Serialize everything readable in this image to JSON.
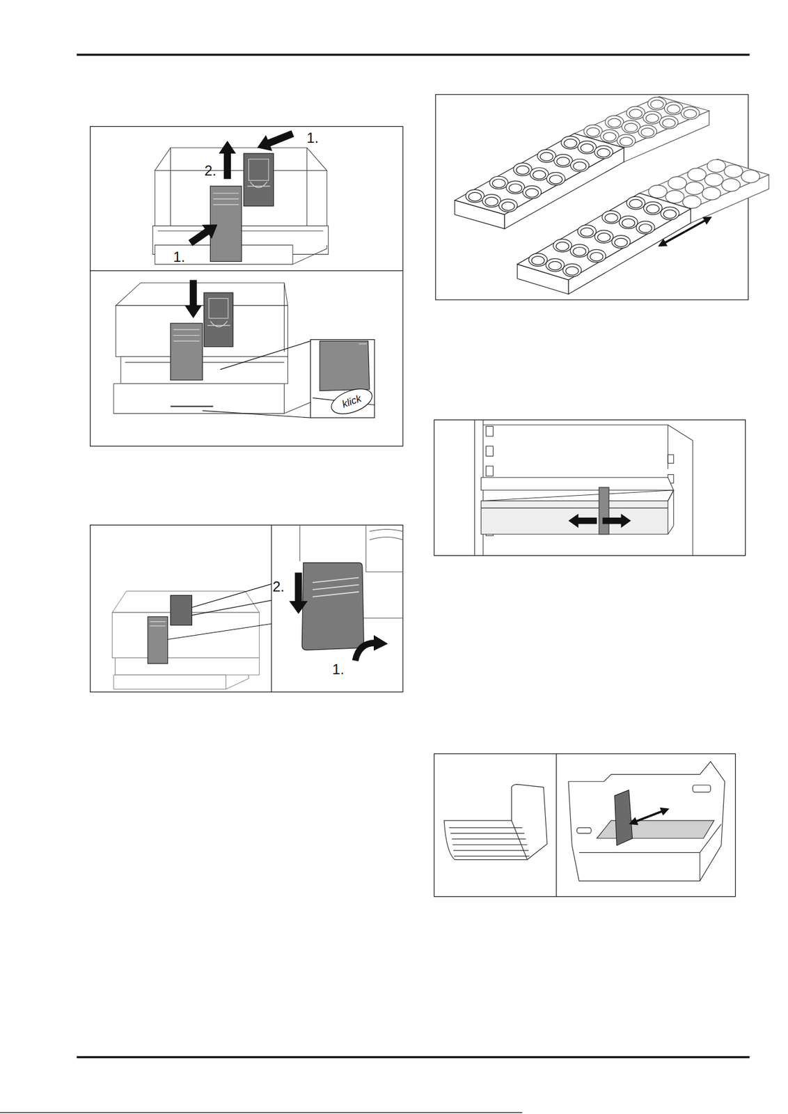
{
  "diagram": {
    "labels": [
      "1.",
      "2.",
      "1.",
      "klick",
      "2.",
      "1."
    ]
  }
}
